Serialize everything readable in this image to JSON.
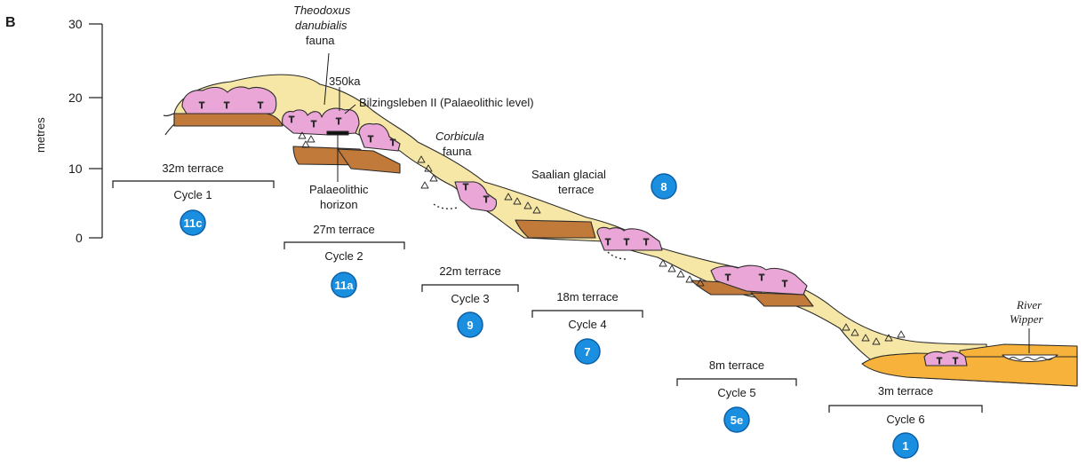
{
  "panel_label": "B",
  "axis": {
    "label": "metres",
    "ticks": [
      "30",
      "20",
      "10",
      "0"
    ]
  },
  "annotations": {
    "theodoxus_line1": "Theodoxus",
    "theodoxus_line2": "danubialis",
    "theodoxus_line3": "fauna",
    "age": "350ka",
    "bilzingsleben": "Bilzingsleben II (Palaeolithic level)",
    "palaeolithic_line1": "Palaeolithic",
    "palaeolithic_line2": "horizon",
    "corbicula_line1": "Corbicula",
    "corbicula_line2": "fauna",
    "saalian_line1": "Saalian glacial",
    "saalian_line2": "terrace",
    "river_line1": "River",
    "river_line2": "Wipper"
  },
  "travertine_symbol": "T",
  "terraces": [
    {
      "terrace": "32m terrace",
      "cycle": "Cycle 1",
      "mis": "11c"
    },
    {
      "terrace": "27m  terrace",
      "cycle": "Cycle 2",
      "mis": "11a"
    },
    {
      "terrace": "22m  terrace",
      "cycle": "Cycle 3",
      "mis": "9"
    },
    {
      "terrace": "18m  terrace",
      "cycle": "Cycle 4",
      "mis": "7"
    },
    {
      "terrace": "8m  terrace",
      "cycle": "Cycle 5",
      "mis": "5e"
    },
    {
      "terrace": "3m  terrace",
      "cycle": "Cycle 6",
      "mis": "1"
    }
  ],
  "saalian_mis": "8",
  "colors": {
    "sand_gravel": "#f7e7a6",
    "travertine": "#e9a6d6",
    "brown_layer": "#c17a3a",
    "orange_layer": "#f6b23a",
    "badge": "#1a8fe0",
    "badge_ring": "#0c5fa6"
  }
}
